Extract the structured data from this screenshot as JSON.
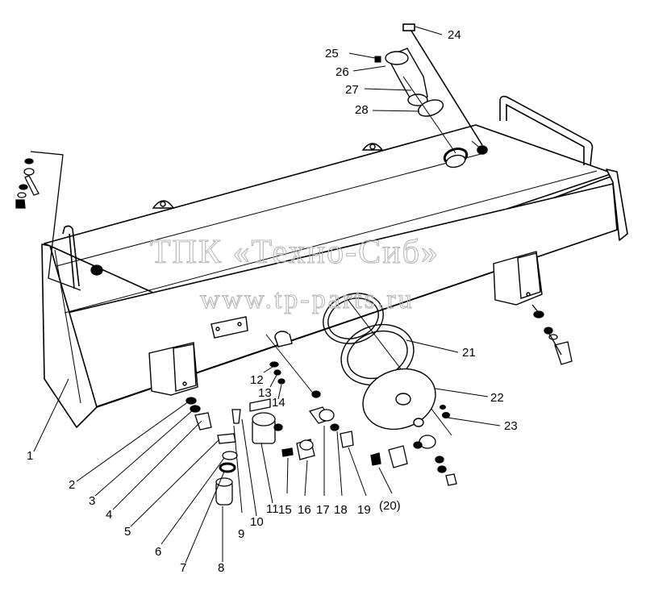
{
  "watermark": {
    "line1": "ТПК «Техно-Сиб»",
    "line2": "www.tp-parts.ru"
  },
  "callouts": [
    "1",
    "2",
    "3",
    "4",
    "5",
    "6",
    "7",
    "8",
    "9",
    "10",
    "11",
    "12",
    "13",
    "14",
    "15",
    "16",
    "17",
    "18",
    "19",
    "(20)",
    "21",
    "22",
    "23",
    "24",
    "25",
    "26",
    "27",
    "28"
  ],
  "colors": {
    "line": "#000000",
    "paper": "#ffffff",
    "watermark": "#b8b8b8"
  }
}
